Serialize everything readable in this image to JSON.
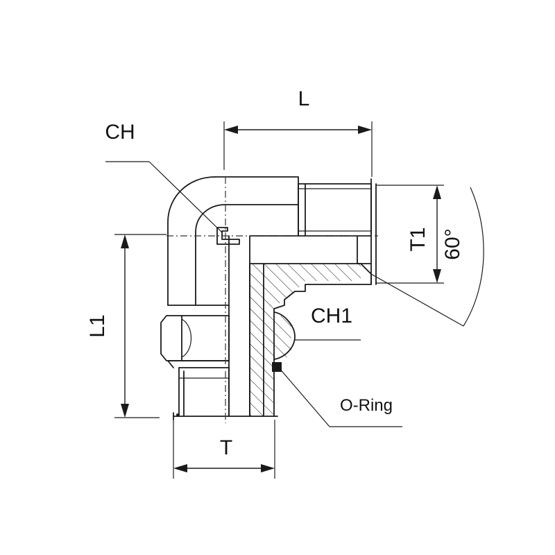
{
  "labels": {
    "L": "L",
    "CH": "CH",
    "L1": "L1",
    "T1": "T1",
    "angle": "60°",
    "CH1": "CH1",
    "O_ring": "O-Ring",
    "T": "T"
  },
  "colors": {
    "line": "#1a1a1a",
    "background": "#ffffff"
  }
}
